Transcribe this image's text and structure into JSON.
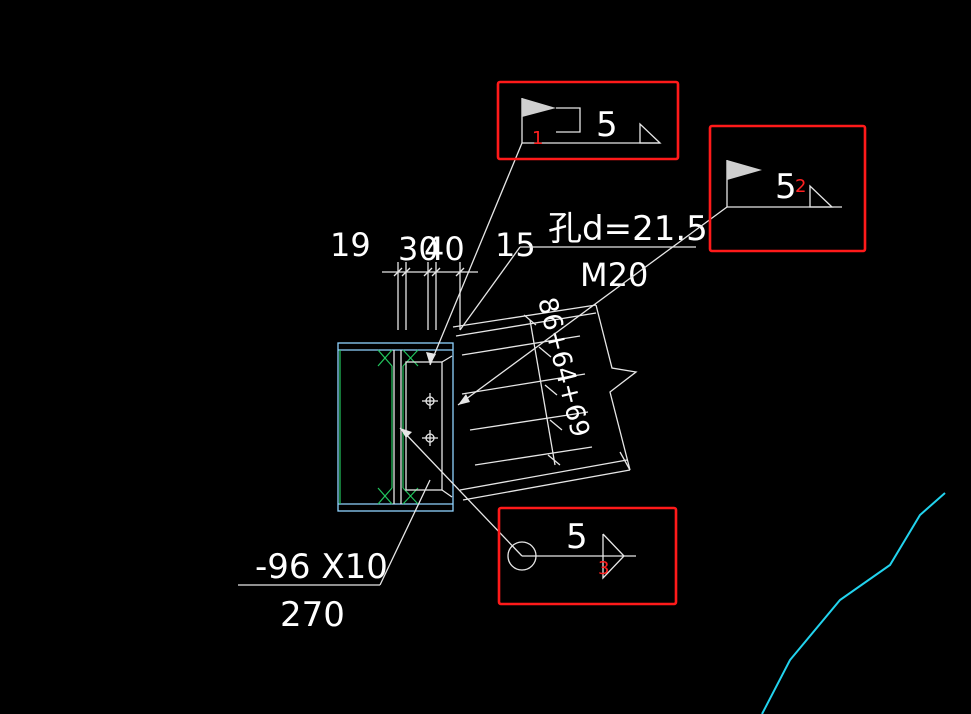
{
  "dimensions": {
    "dim_19": "19",
    "dim_30": "30",
    "dim_40": "40",
    "dim_15": "15",
    "dim_vertical": "86+64+69"
  },
  "hole_note": {
    "line1": "孔d=21.5",
    "line2": "M20"
  },
  "plate_note": {
    "line1": "-96 X10",
    "line2": "270"
  },
  "weld_symbols": [
    {
      "size": "5",
      "callout_number": "1"
    },
    {
      "size": "5",
      "callout_number": "2"
    },
    {
      "size": "5",
      "callout_number": "3"
    }
  ],
  "colors": {
    "background": "#000000",
    "lines": "#e6e6e6",
    "column_outline": "#8fd3ff",
    "stiffener": "#22c55e",
    "callout": "#ff1a1a",
    "cyan_line": "#22d3ee"
  }
}
